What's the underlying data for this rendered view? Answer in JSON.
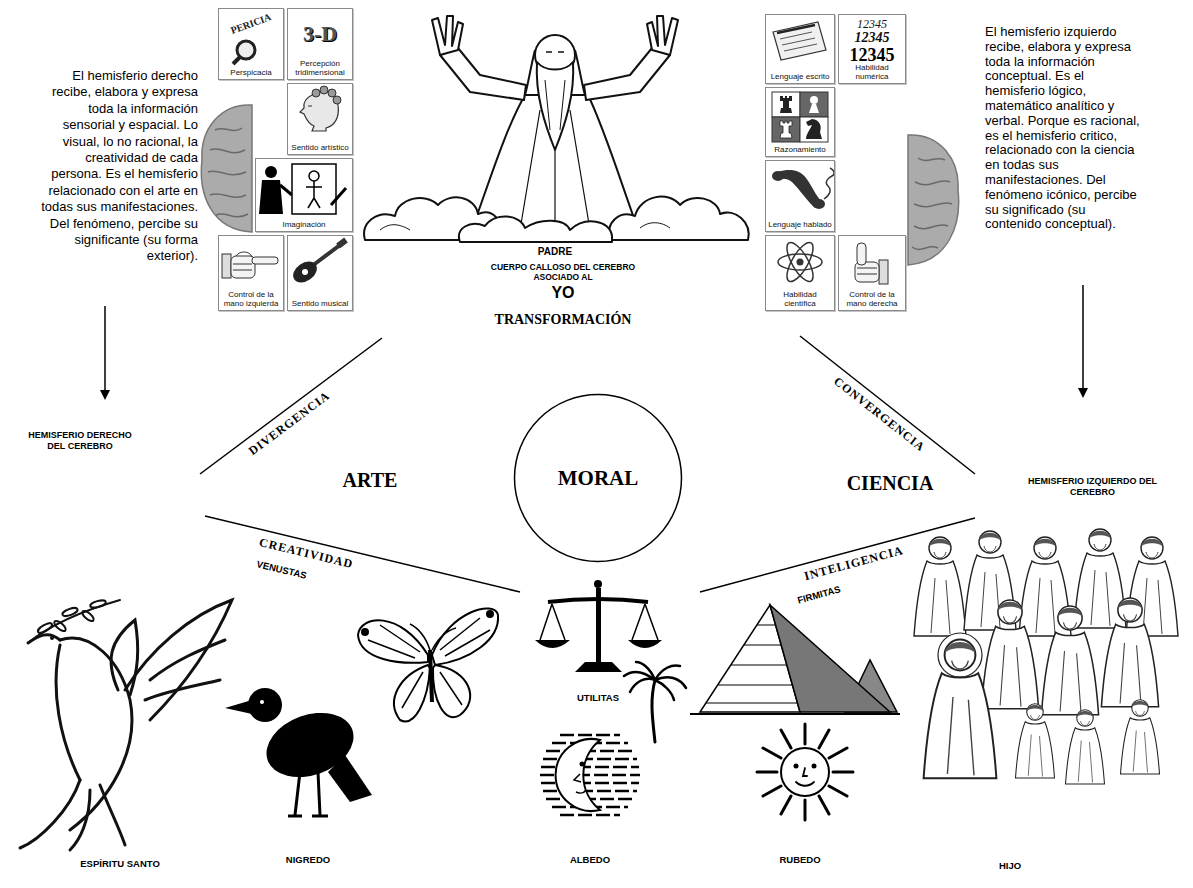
{
  "diagram": {
    "nodes": [
      {
        "text": [
          "PERICIA",
          "Perspicacia"
        ]
      },
      {
        "text": [
          "3-D",
          "Percepción tridimensional"
        ]
      },
      {
        "text": [
          "Sentido artístico"
        ]
      },
      {
        "text": [
          "Imaginación"
        ]
      },
      {
        "text": [
          "Control de la mano izquierda"
        ]
      },
      {
        "text": [
          "Sentido musical"
        ]
      },
      {
        "text": [
          "Lenguaje escrito"
        ]
      },
      {
        "text": [
          "12345",
          "12345",
          "12345",
          "Habilidad numérica"
        ]
      },
      {
        "text": [
          "Razonamiento"
        ]
      },
      {
        "text": [
          "Lenguaje hablado"
        ]
      },
      {
        "text": [
          "Habilidad científica"
        ]
      },
      {
        "text": [
          "Control de la mano derecha"
        ]
      },
      {
        "text": [
          "MORAL"
        ]
      }
    ],
    "labels": [
      "El hemisferio derecho recibe, elabora y expresa toda la información sensorial y espacial. Lo visual, lo no racional, la creatividad de cada persona. Es el hemisferio relacionado con el arte en todas sus manifestaciones. Del fenómeno, percibe su significante (su forma exterior).",
      "El hemisferio izquierdo recibe, elabora y expresa toda la información conceptual. Es el hemisferio lógico, matemático analítico y verbal. Porque es racional, es el hemisferio critico, relacionado con la ciencia en todas sus manifestaciones. Del fenómeno icónico, percibe su significado (su contenido conceptual).",
      "PADRE",
      "CUERPO CALLOSO DEL CEREBRO ASOCIADO AL",
      "YO",
      "TRANSFORMACIÓN",
      "DIVERGENCIA",
      "CONVERGENCIA",
      "ARTE",
      "CIENCIA",
      "HEMISFERIO DERECHO DEL CEREBRO",
      "HEMISFERIO IZQUIERDO DEL CEREBRO",
      "CREATIVIDAD",
      "VENUSTAS",
      "INTELIGENCIA",
      "FIRMITAS",
      "UTILITAS",
      "ESPÍRITU SANTO",
      "NIGREDO",
      "ALBEDO",
      "RUBEDO",
      "HIJO"
    ]
  }
}
